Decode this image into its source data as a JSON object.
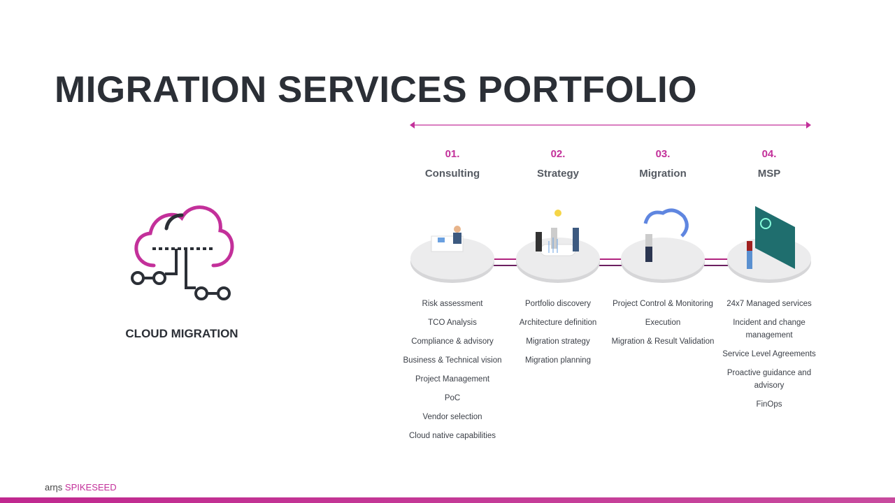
{
  "title": "MIGRATION SERVICES PORTFOLIO",
  "left": {
    "label": "CLOUD MIGRATION",
    "icon": "cloud-migration-icon"
  },
  "phases": [
    {
      "num": "01.",
      "name": "Consulting",
      "items": [
        "Risk assessment",
        "TCO Analysis",
        "Compliance & advisory",
        "Business & Technical vision",
        "Project Management",
        "PoC",
        "Vendor selection",
        "Cloud native capabilities"
      ]
    },
    {
      "num": "02.",
      "name": "Strategy",
      "items": [
        "Portfolio discovery",
        "Architecture definition",
        "Migration strategy",
        "Migration planning"
      ]
    },
    {
      "num": "03.",
      "name": "Migration",
      "items": [
        "Project Control & Monitoring",
        "Execution",
        "Migration & Result Validation"
      ]
    },
    {
      "num": "04.",
      "name": "MSP",
      "items": [
        "24x7 Managed services",
        "Incident and change management",
        "Service Level Agreements",
        "Proactive guidance and advisory",
        "FinOps"
      ]
    }
  ],
  "footer": {
    "brand_a": "arηs",
    "brand_b": "SPIKESEED"
  },
  "colors": {
    "accent": "#c3309a",
    "dark": "#2b2f36"
  }
}
